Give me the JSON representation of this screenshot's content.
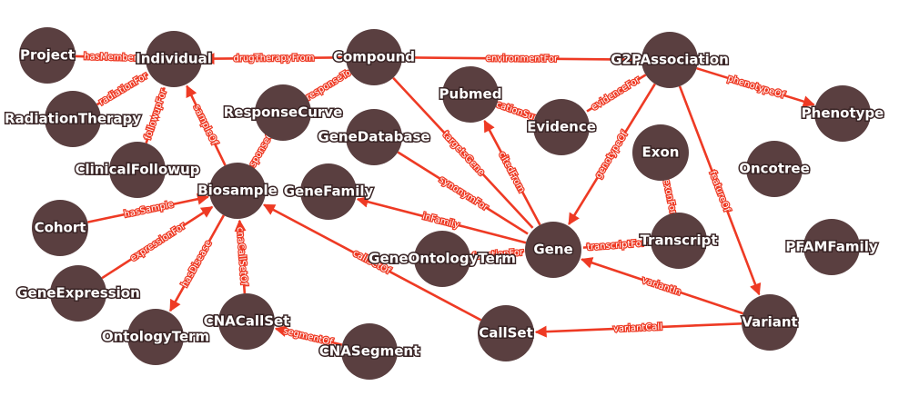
{
  "graph": {
    "colors": {
      "node": "#5a3f40",
      "edge": "#ee3a24",
      "label": "#ffffff"
    },
    "nodes": [
      {
        "id": "Project",
        "label": "Project"
      },
      {
        "id": "Individual",
        "label": "Individual"
      },
      {
        "id": "Compound",
        "label": "Compound"
      },
      {
        "id": "G2PAssociation",
        "label": "G2PAssociation"
      },
      {
        "id": "RadiationTherapy",
        "label": "RadiationTherapy"
      },
      {
        "id": "ResponseCurve",
        "label": "ResponseCurve"
      },
      {
        "id": "Pubmed",
        "label": "Pubmed"
      },
      {
        "id": "Evidence",
        "label": "Evidence"
      },
      {
        "id": "Phenotype",
        "label": "Phenotype"
      },
      {
        "id": "GeneDatabase",
        "label": "GeneDatabase"
      },
      {
        "id": "ClinicalFollowup",
        "label": "ClinicalFollowup"
      },
      {
        "id": "Exon",
        "label": "Exon"
      },
      {
        "id": "Oncotree",
        "label": "Oncotree"
      },
      {
        "id": "GeneFamily",
        "label": "GeneFamily"
      },
      {
        "id": "Biosample",
        "label": "Biosample"
      },
      {
        "id": "Cohort",
        "label": "Cohort"
      },
      {
        "id": "Transcript",
        "label": "Transcript"
      },
      {
        "id": "PFAMFamily",
        "label": "PFAMFamily"
      },
      {
        "id": "GeneOntologyTerm",
        "label": "GeneOntologyTerm"
      },
      {
        "id": "Gene",
        "label": "Gene"
      },
      {
        "id": "GeneExpression",
        "label": "GeneExpression"
      },
      {
        "id": "CNACallSet",
        "label": "CNACallSet"
      },
      {
        "id": "OntologyTerm",
        "label": "OntologyTerm"
      },
      {
        "id": "CallSet",
        "label": "CallSet"
      },
      {
        "id": "Variant",
        "label": "Variant"
      },
      {
        "id": "CNASegment",
        "label": "CNASegment"
      }
    ],
    "edges": [
      {
        "from": "Project",
        "to": "Individual",
        "label": "hasMember",
        "arrow": false
      },
      {
        "from": "Compound",
        "to": "Individual",
        "label": "drugTherapyFrom",
        "arrow": true
      },
      {
        "from": "Compound",
        "to": "G2PAssociation",
        "label": "environmentFor",
        "arrow": false
      },
      {
        "from": "RadiationTherapy",
        "to": "Individual",
        "label": "radiationFor",
        "arrow": false
      },
      {
        "from": "ClinicalFollowup",
        "to": "Individual",
        "label": "followupFor",
        "arrow": false
      },
      {
        "from": "Biosample",
        "to": "Individual",
        "label": "sampleOf",
        "arrow": true
      },
      {
        "from": "ResponseCurve",
        "to": "Compound",
        "label": "responseTo",
        "arrow": false
      },
      {
        "from": "ResponseCurve",
        "to": "Biosample",
        "label": "responseOf",
        "arrow": false
      },
      {
        "from": "Compound",
        "to": "Gene",
        "label": "targetsGene",
        "arrow": false
      },
      {
        "from": "G2PAssociation",
        "to": "Phenotype",
        "label": "phenotypeOf",
        "arrow": true
      },
      {
        "from": "G2PAssociation",
        "to": "Evidence",
        "label": "evidenceFor",
        "arrow": false
      },
      {
        "from": "G2PAssociation",
        "to": "Gene",
        "label": "genotypeOf",
        "arrow": true
      },
      {
        "from": "G2PAssociation",
        "to": "Variant",
        "label": "featureOf",
        "arrow": true
      },
      {
        "from": "Evidence",
        "to": "Pubmed",
        "label": "publicationSupport",
        "arrow": false
      },
      {
        "from": "Gene",
        "to": "Pubmed",
        "label": "citedFrom",
        "arrow": true
      },
      {
        "from": "GeneDatabase",
        "to": "Gene",
        "label": "synonymFor",
        "arrow": false
      },
      {
        "from": "Gene",
        "to": "GeneFamily",
        "label": "inFamily",
        "arrow": true
      },
      {
        "from": "Cohort",
        "to": "Biosample",
        "label": "hasSample",
        "arrow": true
      },
      {
        "from": "GeneExpression",
        "to": "Biosample",
        "label": "expressionFor",
        "arrow": true
      },
      {
        "from": "Biosample",
        "to": "OntologyTerm",
        "label": "hasDisease",
        "arrow": true
      },
      {
        "from": "CNACallSet",
        "to": "Biosample",
        "label": "cnaCallSetOf",
        "arrow": true
      },
      {
        "from": "CallSet",
        "to": "Biosample",
        "label": "callSetOf",
        "arrow": true
      },
      {
        "from": "CNASegment",
        "to": "CNACallSet",
        "label": "segmentOf",
        "arrow": true
      },
      {
        "from": "Transcript",
        "to": "Gene",
        "label": "transcriptFor",
        "arrow": false
      },
      {
        "from": "Exon",
        "to": "Transcript",
        "label": "exonFor",
        "arrow": false
      },
      {
        "from": "GeneOntologyTerm",
        "to": "Gene",
        "label": "functionFor",
        "arrow": false
      },
      {
        "from": "Variant",
        "to": "Gene",
        "label": "variantIn",
        "arrow": true
      },
      {
        "from": "Variant",
        "to": "CallSet",
        "label": "variantCall",
        "arrow": true
      }
    ]
  }
}
